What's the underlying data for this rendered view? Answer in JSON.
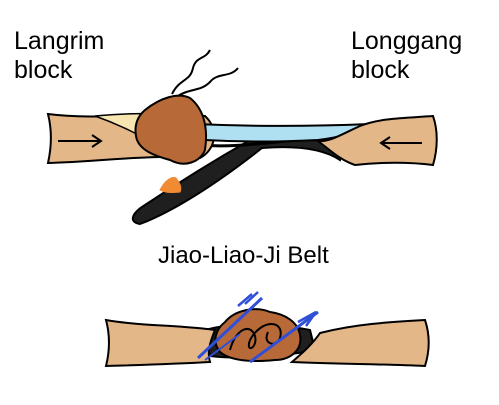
{
  "labels": {
    "left_block_line1": "Langrim",
    "left_block_line2": "block",
    "right_block_line1": "Longgang",
    "right_block_line2": "block",
    "belt_name": "Jiao-Liao-Ji Belt"
  },
  "colors": {
    "crust": "#e3b788",
    "sediment": "#f7e6b2",
    "ocean": "#aee0f1",
    "arc_block": "#b76a38",
    "magma": "#f08a33",
    "slab": "#1f1f1f",
    "fault": "#2f4fd8",
    "outline": "#000000",
    "text": "#000000"
  },
  "icons": {
    "left_arrow": "arrow-right-icon",
    "right_arrow": "arrow-left-icon",
    "volcano_plumes": "wavy-line-icon",
    "fault_arrows": "shear-arrow-icon"
  }
}
